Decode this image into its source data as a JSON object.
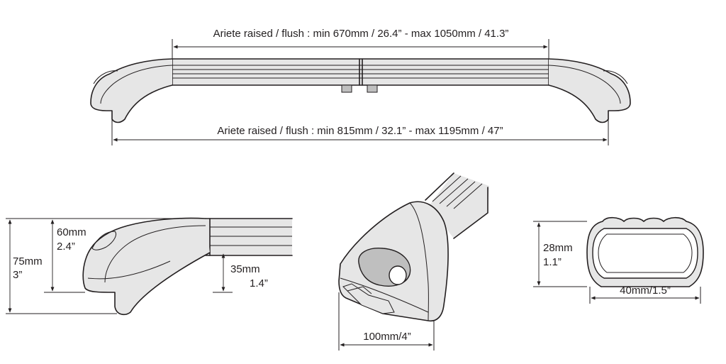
{
  "dimensions": {
    "top_bar": "Ariete raised / flush : min 670mm / 26.4”  -  max 1050mm / 41.3”",
    "overall": "Ariete raised / flush : min 815mm / 32.1”  -  max 1195mm / 47”",
    "total_height_mm": "75mm",
    "total_height_in": "3”",
    "foot_height_mm": "60mm",
    "foot_height_in": "2.4”",
    "bar_height_mm": "35mm",
    "bar_height_in": "1.4”",
    "foot_width": "100mm/4”",
    "profile_height_mm": "28mm",
    "profile_height_in": "1.1”",
    "profile_width": "40mm/1.5”"
  }
}
